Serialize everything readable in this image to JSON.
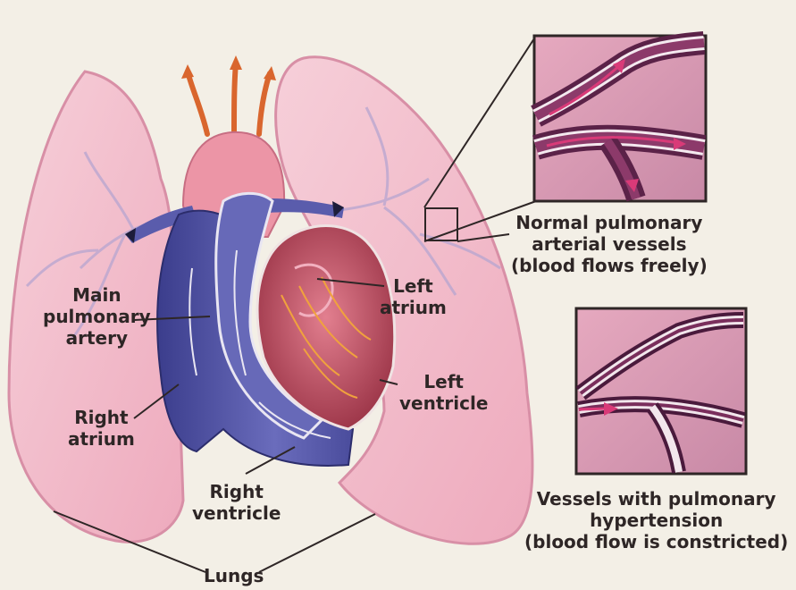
{
  "labels": {
    "main_pulmonary_artery": [
      "Main",
      "pulmonary",
      "artery"
    ],
    "right_atrium": [
      "Right",
      "atrium"
    ],
    "right_ventricle": [
      "Right",
      "ventricle"
    ],
    "left_atrium": [
      "Left",
      "atrium"
    ],
    "left_ventricle": [
      "Left",
      "ventricle"
    ],
    "lungs": "Lungs",
    "normal_vessels": [
      "Normal pulmonary",
      "arterial vessels",
      "(blood flows freely)"
    ],
    "hypertension_vessels": [
      "Vessels with pulmonary",
      "hypertension",
      "(blood flow is constricted)"
    ]
  },
  "colors": {
    "background": "#f3efe6",
    "lung": "#f2bccb",
    "lung_outline": "#d88fa6",
    "vein_blue": "#4a4c9c",
    "artery_pink": "#e7889e",
    "heart_red": "#b14a5c",
    "vessel_purple": "#6e2b55",
    "arrow_magenta": "#c42a63",
    "label_text": "#2e2626"
  }
}
